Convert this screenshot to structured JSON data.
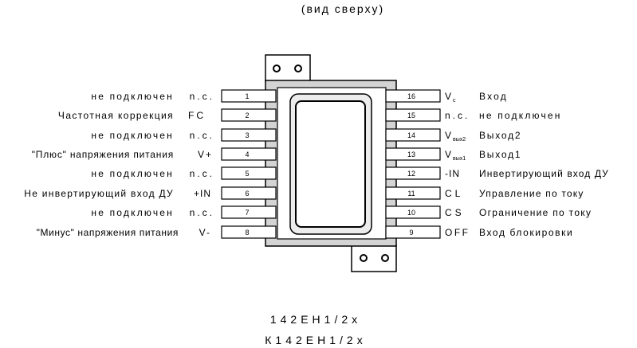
{
  "view_label": "(вид сверху)",
  "part_numbers": [
    "142ЕН1/2х",
    "К142ЕН1/2х"
  ],
  "left_pins": [
    {
      "num": "1",
      "signal": "n.c.",
      "description": "не подключен"
    },
    {
      "num": "2",
      "signal": "FC",
      "description": "Частотная коррекция"
    },
    {
      "num": "3",
      "signal": "n.c.",
      "description": "не подключен"
    },
    {
      "num": "4",
      "signal": "V+",
      "description": "\"Плюс\" напряжения питания"
    },
    {
      "num": "5",
      "signal": "n.c.",
      "description": "не подключен"
    },
    {
      "num": "6",
      "signal": "+IN",
      "description": "Не инвертирующий вход ДУ"
    },
    {
      "num": "7",
      "signal": "n.c.",
      "description": "не подключен"
    },
    {
      "num": "8",
      "signal": "V-",
      "description": "\"Минус\" напряжения питания"
    }
  ],
  "right_pins": [
    {
      "num": "16",
      "signal": "V",
      "sub": "c",
      "description": "Вход"
    },
    {
      "num": "15",
      "signal": "n.c.",
      "sub": "",
      "description": "не подключен"
    },
    {
      "num": "14",
      "signal": "V",
      "sub": "вых2",
      "description": "Выход2"
    },
    {
      "num": "13",
      "signal": "V",
      "sub": "вых1",
      "description": "Выход1"
    },
    {
      "num": "12",
      "signal": "-IN",
      "sub": "",
      "description": "Инвертирующий вход ДУ"
    },
    {
      "num": "11",
      "signal": "CL",
      "sub": "",
      "description": "Управление по току"
    },
    {
      "num": "10",
      "signal": "CS",
      "sub": "",
      "description": "Ограничение по току"
    },
    {
      "num": "9",
      "signal": "OFF",
      "sub": "",
      "description": "Вход блокировки"
    }
  ]
}
